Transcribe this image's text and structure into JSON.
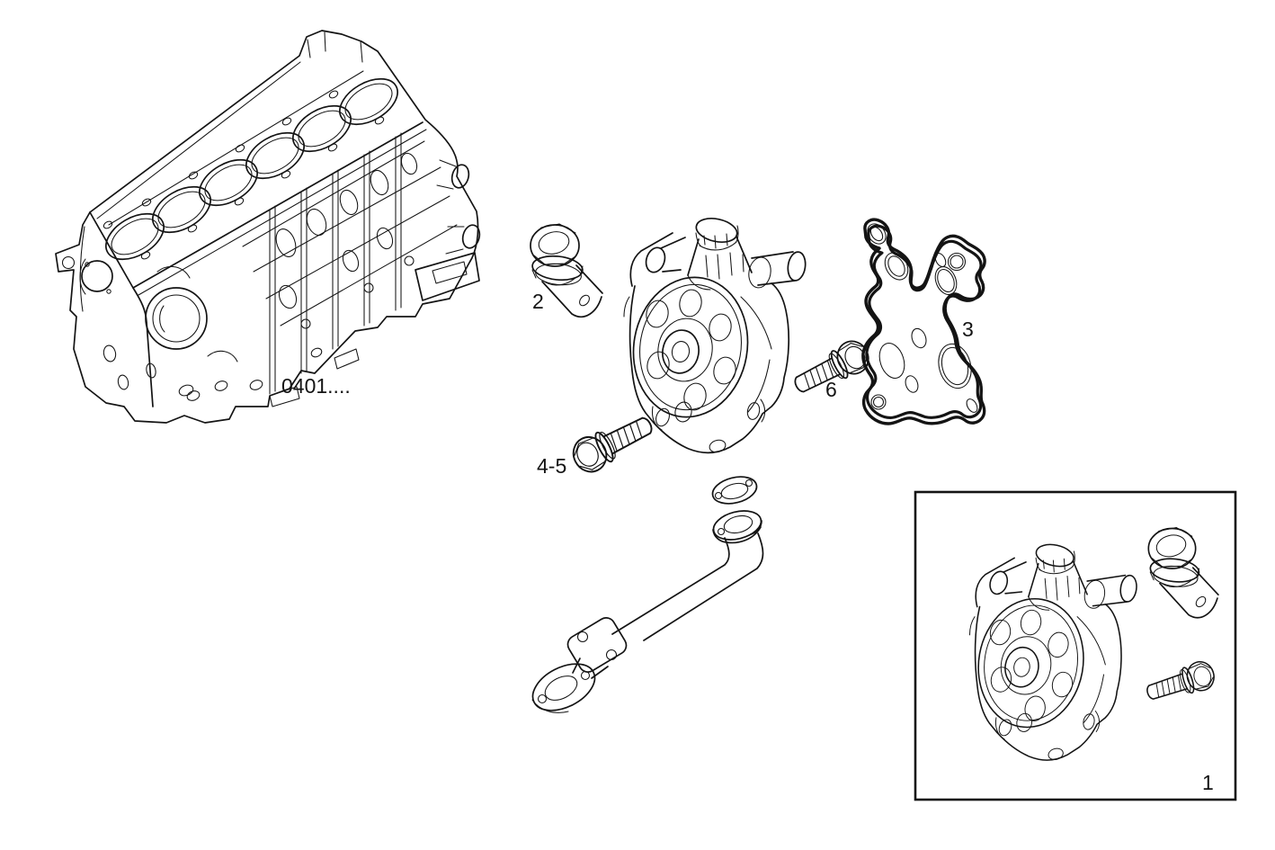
{
  "page": {
    "background_color": "#ffffff",
    "line_color": "#141414",
    "kind": "exploded-parts-diagram"
  },
  "callouts": {
    "engine_block_ref": "0401....",
    "pump_assembly": "1",
    "plug": "2",
    "gasket": "3",
    "bolts_4_5": "4-5",
    "bolt_6": "6"
  },
  "parts": [
    {
      "callout": "0401....",
      "name": "engine-block"
    },
    {
      "callout": "1",
      "name": "oil-pump-assembly-inset"
    },
    {
      "callout": "2",
      "name": "threaded-plug"
    },
    {
      "callout": "3",
      "name": "oil-pump-gasket"
    },
    {
      "callout": "4-5",
      "name": "hex-flange-bolt"
    },
    {
      "callout": "6",
      "name": "hex-flange-bolt"
    }
  ]
}
